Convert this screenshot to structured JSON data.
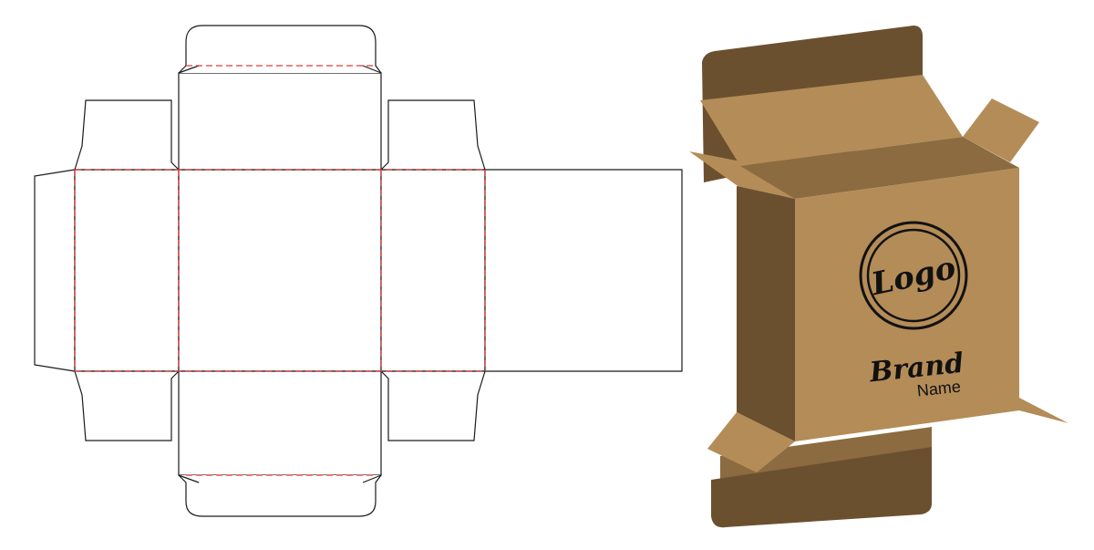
{
  "mockup": {
    "logo_text": "Logo",
    "brand_text": "Brand",
    "name_text": "Name"
  },
  "colors": {
    "cut_line": "#1a1a1a",
    "fold_line": "#e03a3a",
    "kraft_light": "#b48c57",
    "kraft_mid": "#8c6b41",
    "kraft_dark": "#6b5030",
    "print_ink": "#111111"
  }
}
